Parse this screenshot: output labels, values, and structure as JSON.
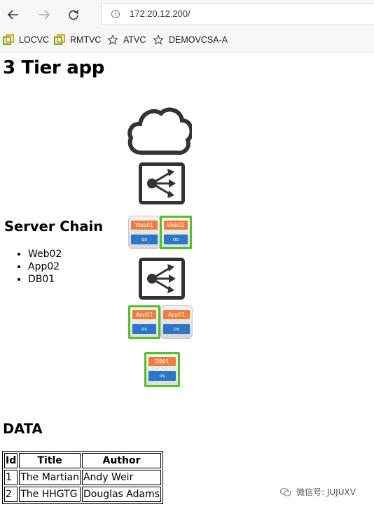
{
  "browser": {
    "url": "172.20.12.200/",
    "favorites": [
      {
        "label": "LOCVC",
        "icon": "vmware-icon"
      },
      {
        "label": "RMTVC",
        "icon": "vmware-icon"
      },
      {
        "label": "ATVC",
        "icon": "star-icon"
      },
      {
        "label": "DEMOVCSA-A",
        "icon": "star-icon"
      }
    ]
  },
  "page": {
    "title": "3 Tier app",
    "server_chain_heading": "Server Chain",
    "server_chain": [
      "Web02",
      "App02",
      "DB01"
    ],
    "data_heading": "DATA"
  },
  "diagram": {
    "web_tier": [
      {
        "name": "Web01",
        "os": "os",
        "active": false
      },
      {
        "name": "Web02",
        "os": "os",
        "active": true
      }
    ],
    "app_tier": [
      {
        "name": "App02",
        "os": "os",
        "active": true
      },
      {
        "name": "App01",
        "os": "os",
        "active": false
      }
    ],
    "db_tier": [
      {
        "name": "DB01",
        "os": "os",
        "active": true
      }
    ],
    "highlight_color": "#53c12a",
    "name_bar_color": "#ef7d3c",
    "os_bar_color": "#2c78c6"
  },
  "table": {
    "headers": [
      "Id",
      "Title",
      "Author"
    ],
    "rows": [
      [
        "1",
        "The Martian",
        "Andy Weir"
      ],
      [
        "2",
        "The HHGTG",
        "Douglas Adams"
      ]
    ]
  },
  "watermark": {
    "text": "微信号: JUJUXV"
  }
}
